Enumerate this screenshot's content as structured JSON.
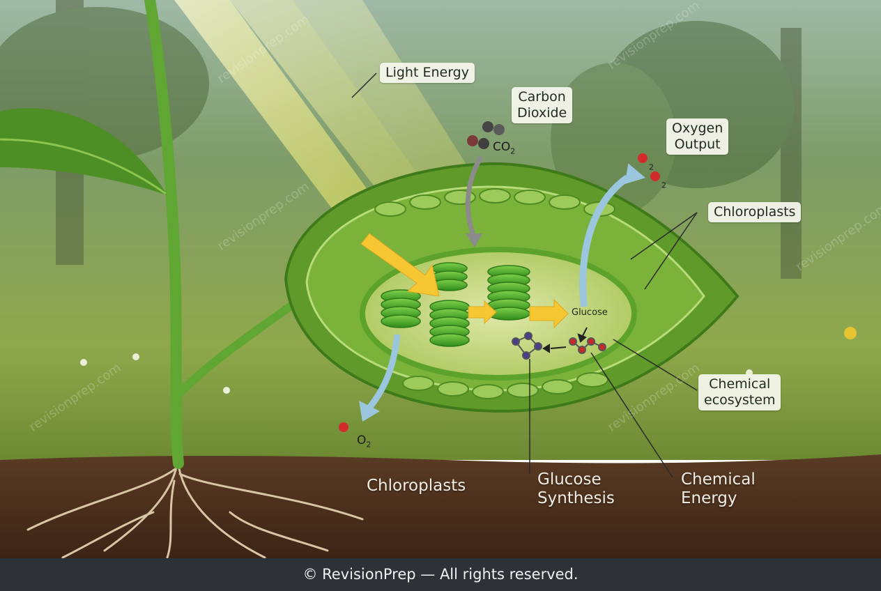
{
  "labels": {
    "light_energy": "Light Energy",
    "carbon_dioxide_line1": "Carbon",
    "carbon_dioxide_line2": "Dioxide",
    "oxygen_output_line1": "Oxygen",
    "oxygen_output_line2": "Output",
    "chloroplasts_top": "Chloroplasts",
    "chemical_ecosystem_line1": "Chemical",
    "chemical_ecosystem_line2": "ecosystem",
    "chloroplasts_bottom": "Chloroplasts",
    "glucose_synthesis_line1": "Glucose",
    "glucose_synthesis_line2": "Synthesis",
    "chemical_energy_line1": "Chemical",
    "chemical_energy_line2": "Energy",
    "glucose_inner": "Glucose"
  },
  "formulas": {
    "co2_main": "CO",
    "co2_sub": "2",
    "o2_sub_a": "2",
    "o2_sub_b": "2",
    "o2_bottom_main": "O",
    "o2_bottom_sub": "2"
  },
  "watermark": "revisionprep.com",
  "footer": "© RevisionPrep — All rights reserved.",
  "colors": {
    "leaf": "#5f9a2a",
    "chloroplast": "#4fae2c",
    "light": "#f4ea4a",
    "soil": "#4a2f1d",
    "arrow_blue": "#9cc6de",
    "footer_bg": "#2c3236"
  }
}
